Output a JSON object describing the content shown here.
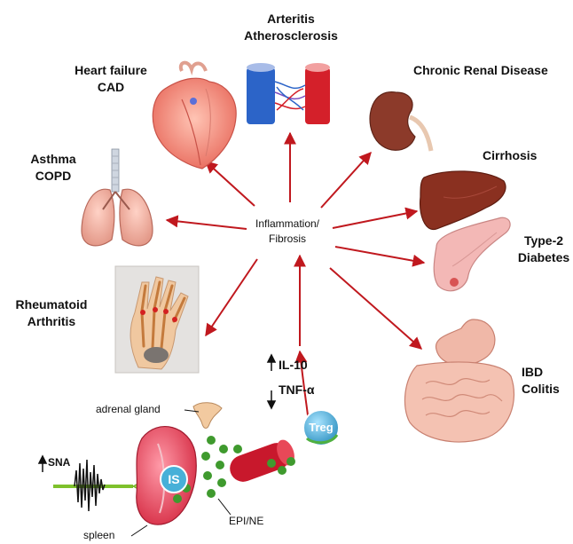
{
  "center": {
    "line1": "Inflammation/",
    "line2": "Fibrosis"
  },
  "organs": {
    "heart": {
      "line1": "Heart failure",
      "line2": "CAD"
    },
    "vessels": {
      "line1": "Arteritis",
      "line2": "Atherosclerosis"
    },
    "kidney": {
      "line1": "Chronic Renal Disease"
    },
    "lungs": {
      "line1": "Asthma",
      "line2": "COPD"
    },
    "liver": {
      "line1": "Cirrhosis"
    },
    "pancreas": {
      "line1": "Type-2",
      "line2": "Diabetes"
    },
    "hand": {
      "line1": "Rheumatoid",
      "line2": "Arthritis"
    },
    "gut": {
      "line1": "IBD",
      "line2": "Colitis"
    }
  },
  "bottom": {
    "il10": "IL-10",
    "tnf": "TNF-α",
    "adrenal": "adrenal gland",
    "sna": "SNA",
    "is": "IS",
    "treg": "Treg",
    "epi": "EPI/NE",
    "spleen": "spleen"
  },
  "colors": {
    "arrow": "#c0181e",
    "nerve": "#7ec12c",
    "dots": "#3f9a2e",
    "treg": "#2c8fbf"
  }
}
